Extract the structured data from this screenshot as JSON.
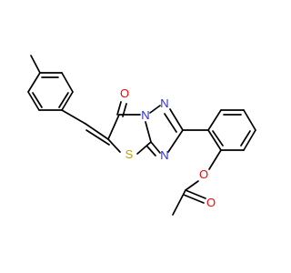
{
  "atoms": {
    "carbonyl_oxygen": {
      "symbol": "O",
      "color": "#ff0000"
    },
    "thiazole_sulfur": {
      "symbol": "S",
      "color": "#b8a200"
    },
    "triazole_n1": {
      "symbol": "N",
      "color": "#2a2af5"
    },
    "triazole_n2": {
      "symbol": "N",
      "color": "#2a2af5"
    },
    "triazole_n4": {
      "symbol": "N",
      "color": "#2a2af5"
    },
    "ester_oxygen": {
      "symbol": "O",
      "color": "#ff0000"
    },
    "acetyl_oxygen": {
      "symbol": "O",
      "color": "#ff0000"
    }
  },
  "bond_color": "#000000",
  "background": "#ffffff"
}
